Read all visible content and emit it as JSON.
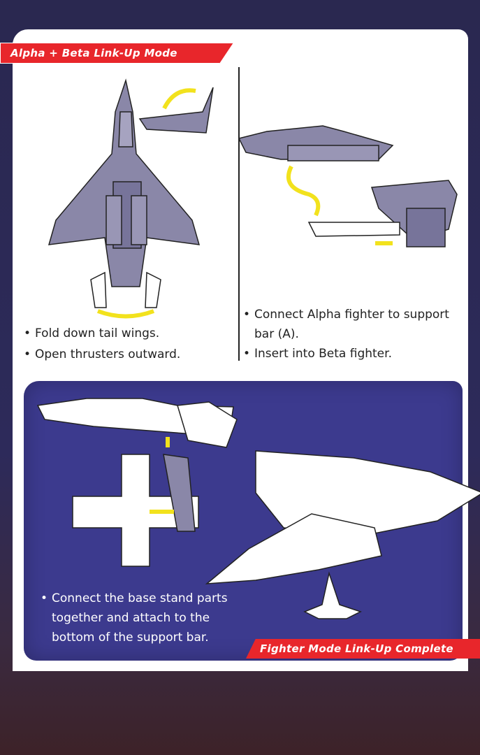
{
  "sections": {
    "link_up": {
      "title": "Alpha + Beta Link-Up Mode",
      "left_steps": [
        "Fold down tail wings.",
        "Open thrusters outward."
      ],
      "right_steps": [
        "Connect Alpha fighter to support bar (A).",
        "Insert into Beta fighter."
      ]
    },
    "complete": {
      "title": "Fighter Mode Link-Up Complete",
      "steps": [
        "Connect the base stand parts together and attach to the bottom of the support bar."
      ]
    }
  },
  "colors": {
    "banner_red": "#e8262b",
    "panel_purple": "#3c3a8e",
    "arrow_yellow": "#f2e21d",
    "part_gray": "#8a87a8"
  }
}
